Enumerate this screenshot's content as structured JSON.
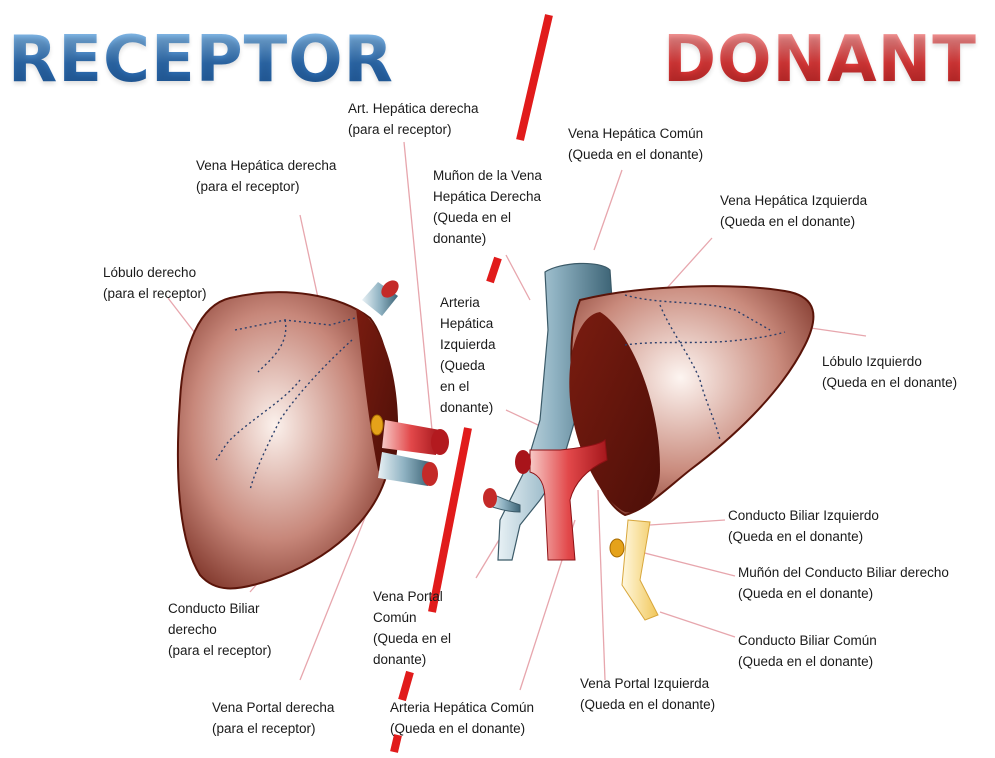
{
  "titles": {
    "receptor": "RECEPTOR",
    "donant": "DONANT"
  },
  "colors": {
    "receptor": "#2f6fb4",
    "donant": "#e23a3a",
    "divider": "#e11b1b",
    "liver": "#8b2f1f",
    "vein": "#9fc0cf",
    "artery": "#d9353a",
    "bile_duct": "#f2d36b",
    "leader_line": "#e3a0a8"
  },
  "labels": {
    "art_hep_der": {
      "l1": "Art. Hepática derecha",
      "l2": "(para el receptor)"
    },
    "vena_hep_der": {
      "l1": "Vena Hepática derecha",
      "l2": "(para el receptor)"
    },
    "lobulo_der": {
      "l1": "Lóbulo derecho",
      "l2": "(para el receptor)"
    },
    "conducto_der": {
      "l1": "Conducto Biliar",
      "l2": "derecho",
      "l3": "(para el receptor)"
    },
    "vena_portal_der": {
      "l1": "Vena Portal derecha",
      "l2": "(para el receptor)"
    },
    "munon_vena": {
      "l1": "Muñon de la Vena",
      "l2": "Hepática Derecha",
      "l3": "(Queda en el",
      "l4": "donante)"
    },
    "arteria_izq": {
      "l1": "Arteria",
      "l2": "Hepática",
      "l3": "Izquierda",
      "l4": "(Queda",
      "l5": "en el",
      "l6": "donante)"
    },
    "vena_portal_comun": {
      "l1": "Vena Portal",
      "l2": "Común",
      "l3": "(Queda en el",
      "l4": "donante)"
    },
    "arteria_comun": {
      "l1": "Arteria Hepática Común",
      "l2": "(Queda en el donante)"
    },
    "vena_hep_comun": {
      "l1": "Vena Hepática Común",
      "l2": "(Queda en el donante)"
    },
    "vena_hep_izq": {
      "l1": "Vena Hepática Izquierda",
      "l2": "(Queda en el donante)"
    },
    "lobulo_izq": {
      "l1": "Lóbulo Izquierdo",
      "l2": "(Queda en el donante)"
    },
    "conducto_izq": {
      "l1": "Conducto Biliar Izquierdo",
      "l2": "(Queda en el donante)"
    },
    "munon_conducto": {
      "l1": "Muñón del Conducto Biliar derecho",
      "l2": "(Queda en el donante)"
    },
    "conducto_comun": {
      "l1": "Conducto Biliar Común",
      "l2": "(Queda en el donante)"
    },
    "vena_portal_izq": {
      "l1": "Vena Portal Izquierda",
      "l2": "(Queda en el donante)"
    }
  }
}
